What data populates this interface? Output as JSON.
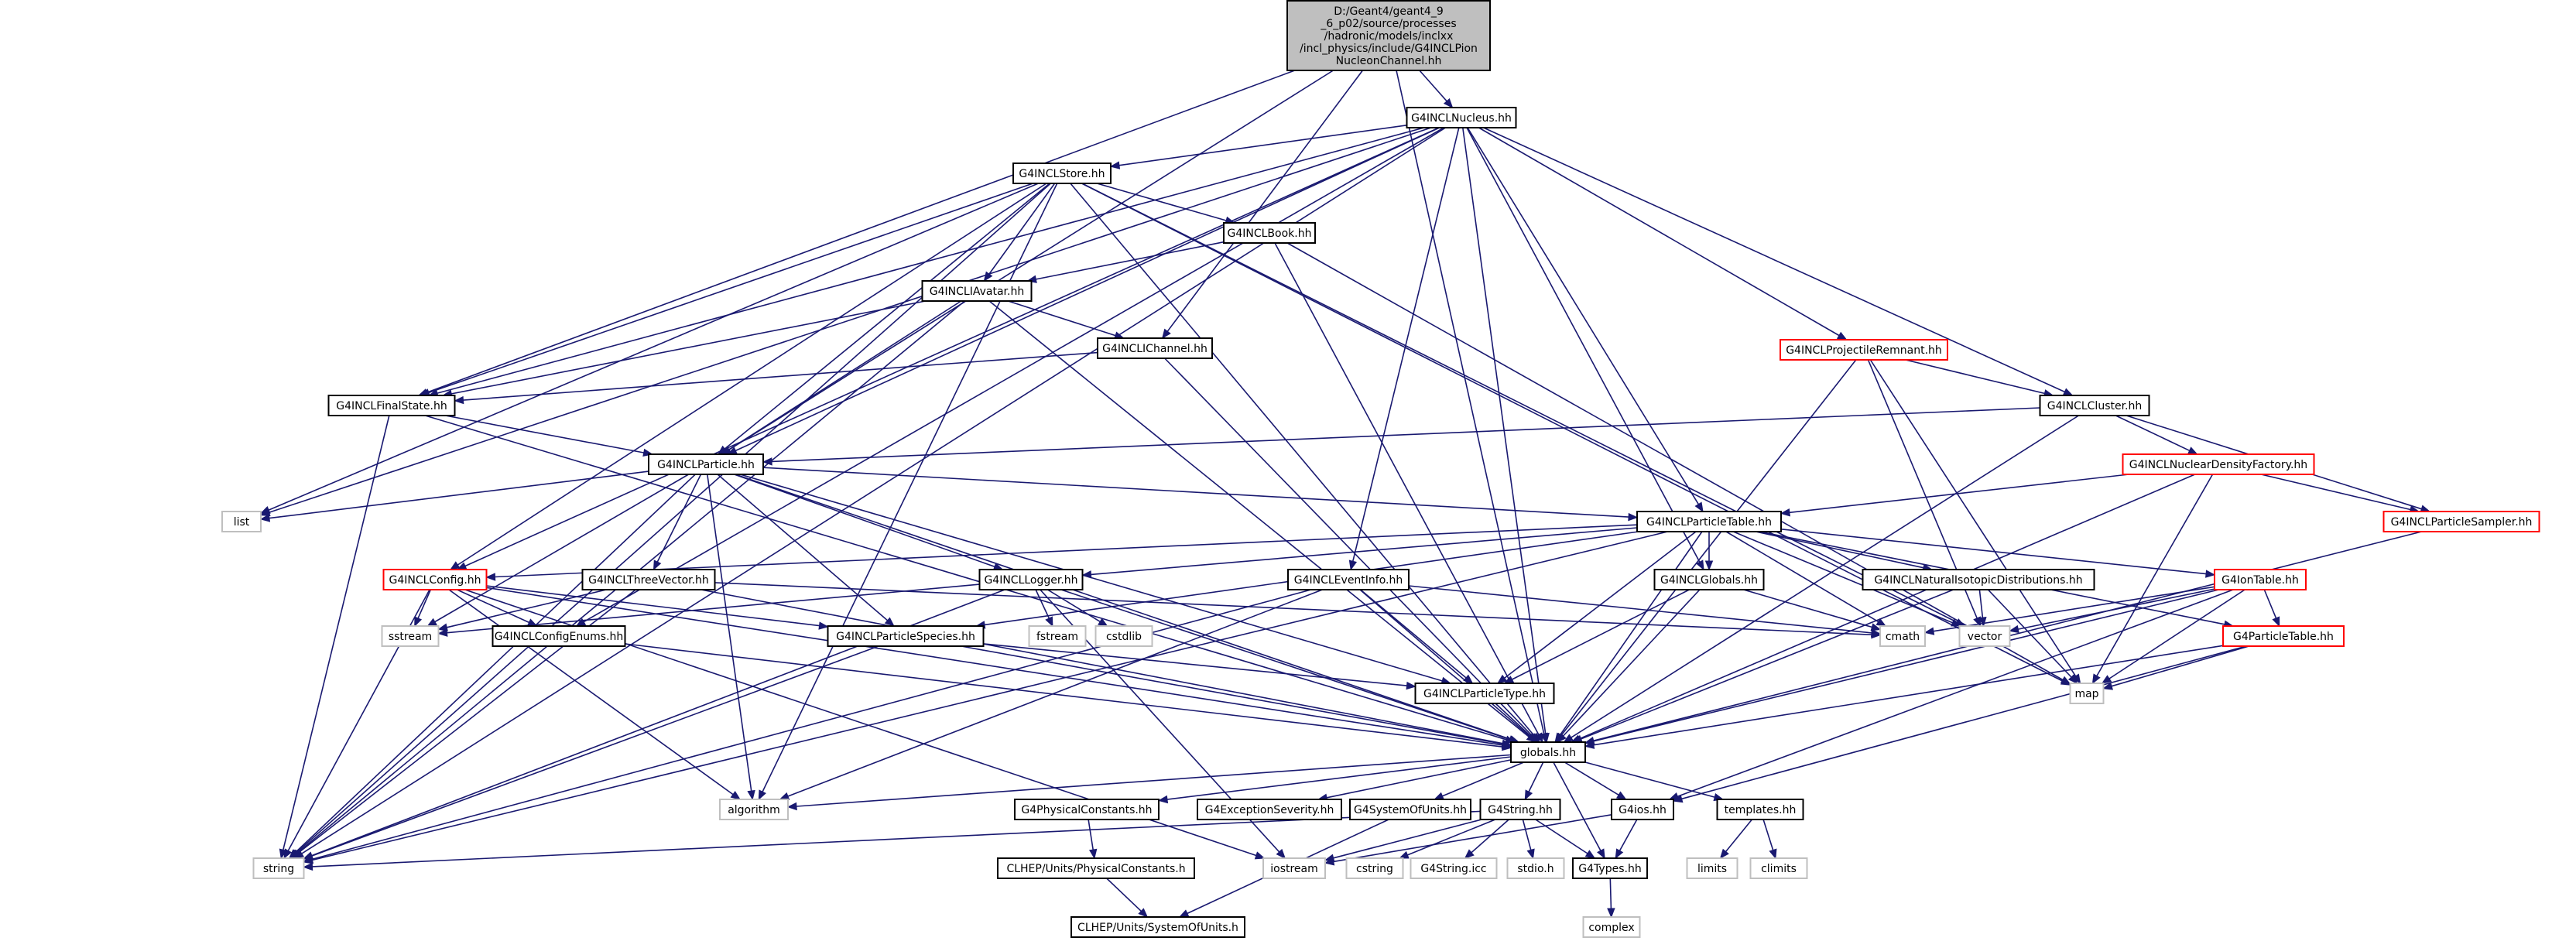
{
  "colors": {
    "edge": "#191970",
    "root_fill": "#bfbfbf",
    "box_fill": "#ffffff",
    "border_black": "#000000",
    "border_red": "#ff0000",
    "border_grey": "#bfbfbf"
  },
  "nodes": [
    {
      "id": "root",
      "lines": [
        "D:/Geant4/geant4_9",
        "_6_p02/source/processes",
        "/hadronic/models/inclxx",
        "/incl_physics/include/G4INCLPion",
        "NucleonChannel.hh"
      ],
      "style": "root"
    },
    {
      "id": "nucleus",
      "lines": [
        "G4INCLNucleus.hh"
      ],
      "style": "normal"
    },
    {
      "id": "store",
      "lines": [
        "G4INCLStore.hh"
      ],
      "style": "normal"
    },
    {
      "id": "book",
      "lines": [
        "G4INCLBook.hh"
      ],
      "style": "normal"
    },
    {
      "id": "avatar",
      "lines": [
        "G4INCLIAvatar.hh"
      ],
      "style": "normal"
    },
    {
      "id": "ichannel",
      "lines": [
        "G4INCLIChannel.hh"
      ],
      "style": "normal"
    },
    {
      "id": "finalstate",
      "lines": [
        "G4INCLFinalState.hh"
      ],
      "style": "normal"
    },
    {
      "id": "particle",
      "lines": [
        "G4INCLParticle.hh"
      ],
      "style": "normal"
    },
    {
      "id": "projremnant",
      "lines": [
        "G4INCLProjectileRemnant.hh"
      ],
      "style": "red"
    },
    {
      "id": "cluster",
      "lines": [
        "G4INCLCluster.hh"
      ],
      "style": "normal"
    },
    {
      "id": "nucdensfact",
      "lines": [
        "G4INCLNuclearDensityFactory.hh"
      ],
      "style": "red"
    },
    {
      "id": "partsampler",
      "lines": [
        "G4INCLParticleSampler.hh"
      ],
      "style": "red"
    },
    {
      "id": "parttable",
      "lines": [
        "G4INCLParticleTable.hh"
      ],
      "style": "normal"
    },
    {
      "id": "list",
      "lines": [
        "list"
      ],
      "style": "grey"
    },
    {
      "id": "config",
      "lines": [
        "G4INCLConfig.hh"
      ],
      "style": "red"
    },
    {
      "id": "threevector",
      "lines": [
        "G4INCLThreeVector.hh"
      ],
      "style": "normal"
    },
    {
      "id": "logger",
      "lines": [
        "G4INCLLogger.hh"
      ],
      "style": "normal"
    },
    {
      "id": "eventinfo",
      "lines": [
        "G4INCLEventInfo.hh"
      ],
      "style": "normal"
    },
    {
      "id": "globals",
      "lines": [
        "G4INCLGlobals.hh"
      ],
      "style": "normal"
    },
    {
      "id": "natiso",
      "lines": [
        "G4INCLNaturalIsotopicDistributions.hh"
      ],
      "style": "normal"
    },
    {
      "id": "iontable",
      "lines": [
        "G4IonTable.hh"
      ],
      "style": "red"
    },
    {
      "id": "sstream",
      "lines": [
        "sstream"
      ],
      "style": "grey"
    },
    {
      "id": "configenums",
      "lines": [
        "G4INCLConfigEnums.hh"
      ],
      "style": "normal"
    },
    {
      "id": "partspecies",
      "lines": [
        "G4INCLParticleSpecies.hh"
      ],
      "style": "normal"
    },
    {
      "id": "fstream",
      "lines": [
        "fstream"
      ],
      "style": "grey"
    },
    {
      "id": "cstdlib",
      "lines": [
        "cstdlib"
      ],
      "style": "grey"
    },
    {
      "id": "cmath",
      "lines": [
        "cmath"
      ],
      "style": "grey"
    },
    {
      "id": "vector",
      "lines": [
        "vector"
      ],
      "style": "grey"
    },
    {
      "id": "g4parttable",
      "lines": [
        "G4ParticleTable.hh"
      ],
      "style": "red"
    },
    {
      "id": "parttype",
      "lines": [
        "G4INCLParticleType.hh"
      ],
      "style": "normal"
    },
    {
      "id": "map",
      "lines": [
        "map"
      ],
      "style": "grey"
    },
    {
      "id": "globalshh",
      "lines": [
        "globals.hh"
      ],
      "style": "normal"
    },
    {
      "id": "algorithm",
      "lines": [
        "algorithm"
      ],
      "style": "grey"
    },
    {
      "id": "physconst",
      "lines": [
        "G4PhysicalConstants.hh"
      ],
      "style": "normal"
    },
    {
      "id": "exceptsev",
      "lines": [
        "G4ExceptionSeverity.hh"
      ],
      "style": "normal"
    },
    {
      "id": "sysunits",
      "lines": [
        "G4SystemOfUnits.hh"
      ],
      "style": "normal"
    },
    {
      "id": "g4string",
      "lines": [
        "G4String.hh"
      ],
      "style": "normal"
    },
    {
      "id": "g4ios",
      "lines": [
        "G4ios.hh"
      ],
      "style": "normal"
    },
    {
      "id": "templates",
      "lines": [
        "templates.hh"
      ],
      "style": "normal"
    },
    {
      "id": "string",
      "lines": [
        "string"
      ],
      "style": "grey"
    },
    {
      "id": "iostream",
      "lines": [
        "iostream"
      ],
      "style": "grey"
    },
    {
      "id": "cstring",
      "lines": [
        "cstring"
      ],
      "style": "grey"
    },
    {
      "id": "g4stringicc",
      "lines": [
        "G4String.icc"
      ],
      "style": "grey"
    },
    {
      "id": "stdio",
      "lines": [
        "stdio.h"
      ],
      "style": "grey"
    },
    {
      "id": "g4types",
      "lines": [
        "G4Types.hh"
      ],
      "style": "normal"
    },
    {
      "id": "limits",
      "lines": [
        "limits"
      ],
      "style": "grey"
    },
    {
      "id": "climits",
      "lines": [
        "climits"
      ],
      "style": "grey"
    },
    {
      "id": "clhepphys",
      "lines": [
        "CLHEP/Units/PhysicalConstants.h"
      ],
      "style": "normal"
    },
    {
      "id": "clhepunits",
      "lines": [
        "CLHEP/Units/SystemOfUnits.h"
      ],
      "style": "normal"
    },
    {
      "id": "complex",
      "lines": [
        "complex"
      ],
      "style": "grey"
    }
  ],
  "edges": [
    [
      "root",
      "nucleus"
    ],
    [
      "root",
      "ichannel"
    ],
    [
      "root",
      "finalstate"
    ],
    [
      "root",
      "particle"
    ],
    [
      "root",
      "globalshh"
    ],
    [
      "nucleus",
      "store"
    ],
    [
      "nucleus",
      "projremnant"
    ],
    [
      "nucleus",
      "cluster"
    ],
    [
      "nucleus",
      "parttable"
    ],
    [
      "nucleus",
      "eventinfo"
    ],
    [
      "nucleus",
      "globals"
    ],
    [
      "nucleus",
      "finalstate"
    ],
    [
      "nucleus",
      "particle"
    ],
    [
      "nucleus",
      "list"
    ],
    [
      "nucleus",
      "config"
    ],
    [
      "nucleus",
      "configenums"
    ],
    [
      "nucleus",
      "string"
    ],
    [
      "nucleus",
      "globalshh"
    ],
    [
      "store",
      "book"
    ],
    [
      "store",
      "avatar"
    ],
    [
      "store",
      "particle"
    ],
    [
      "store",
      "finalstate"
    ],
    [
      "store",
      "config"
    ],
    [
      "store",
      "vector"
    ],
    [
      "store",
      "map"
    ],
    [
      "store",
      "string"
    ],
    [
      "store",
      "list"
    ],
    [
      "store",
      "algorithm"
    ],
    [
      "store",
      "globalshh"
    ],
    [
      "book",
      "avatar"
    ],
    [
      "book",
      "map"
    ],
    [
      "book",
      "globalshh"
    ],
    [
      "avatar",
      "ichannel"
    ],
    [
      "avatar",
      "finalstate"
    ],
    [
      "avatar",
      "particle"
    ],
    [
      "avatar",
      "string"
    ],
    [
      "avatar",
      "globalshh"
    ],
    [
      "ichannel",
      "finalstate"
    ],
    [
      "ichannel",
      "globalshh"
    ],
    [
      "finalstate",
      "particle"
    ],
    [
      "finalstate",
      "string"
    ],
    [
      "finalstate",
      "globalshh"
    ],
    [
      "particle",
      "parttable"
    ],
    [
      "particle",
      "threevector"
    ],
    [
      "particle",
      "logger"
    ],
    [
      "particle",
      "partspecies"
    ],
    [
      "particle",
      "parttype"
    ],
    [
      "particle",
      "list"
    ],
    [
      "particle",
      "sstream"
    ],
    [
      "particle",
      "string"
    ],
    [
      "particle",
      "globalshh"
    ],
    [
      "particle",
      "algorithm"
    ],
    [
      "projremnant",
      "cluster"
    ],
    [
      "projremnant",
      "vector"
    ],
    [
      "projremnant",
      "map"
    ],
    [
      "projremnant",
      "globalshh"
    ],
    [
      "cluster",
      "particle"
    ],
    [
      "cluster",
      "nucdensfact"
    ],
    [
      "cluster",
      "partsampler"
    ],
    [
      "cluster",
      "globalshh"
    ],
    [
      "nucdensfact",
      "parttable"
    ],
    [
      "nucdensfact",
      "partsampler"
    ],
    [
      "nucdensfact",
      "map"
    ],
    [
      "nucdensfact",
      "globalshh"
    ],
    [
      "partsampler",
      "globalshh"
    ],
    [
      "parttable",
      "config"
    ],
    [
      "parttable",
      "logger"
    ],
    [
      "parttable",
      "partspecies"
    ],
    [
      "parttable",
      "globals"
    ],
    [
      "parttable",
      "natiso"
    ],
    [
      "parttable",
      "iontable"
    ],
    [
      "parttable",
      "g4parttable"
    ],
    [
      "parttable",
      "parttype"
    ],
    [
      "parttable",
      "cmath"
    ],
    [
      "parttable",
      "vector"
    ],
    [
      "parttable",
      "string"
    ],
    [
      "parttable",
      "globalshh"
    ],
    [
      "config",
      "configenums"
    ],
    [
      "config",
      "partspecies"
    ],
    [
      "config",
      "sstream"
    ],
    [
      "config",
      "string"
    ],
    [
      "config",
      "iostream"
    ],
    [
      "config",
      "algorithm"
    ],
    [
      "config",
      "globalshh"
    ],
    [
      "threevector",
      "sstream"
    ],
    [
      "threevector",
      "string"
    ],
    [
      "threevector",
      "cmath"
    ],
    [
      "threevector",
      "globalshh"
    ],
    [
      "logger",
      "sstream"
    ],
    [
      "logger",
      "fstream"
    ],
    [
      "logger",
      "cstdlib"
    ],
    [
      "logger",
      "string"
    ],
    [
      "logger",
      "iostream"
    ],
    [
      "logger",
      "globalshh"
    ],
    [
      "eventinfo",
      "parttype"
    ],
    [
      "eventinfo",
      "string"
    ],
    [
      "eventinfo",
      "algorithm"
    ],
    [
      "eventinfo",
      "cmath"
    ],
    [
      "eventinfo",
      "globalshh"
    ],
    [
      "globals",
      "cmath"
    ],
    [
      "globals",
      "parttype"
    ],
    [
      "globals",
      "globalshh"
    ],
    [
      "natiso",
      "vector"
    ],
    [
      "natiso",
      "map"
    ],
    [
      "natiso",
      "globalshh"
    ],
    [
      "iontable",
      "g4parttable"
    ],
    [
      "iontable",
      "cmath"
    ],
    [
      "iontable",
      "vector"
    ],
    [
      "iontable",
      "map"
    ],
    [
      "iontable",
      "globalshh"
    ],
    [
      "iontable",
      "g4ios"
    ],
    [
      "configenums",
      "globalshh"
    ],
    [
      "partspecies",
      "parttype"
    ],
    [
      "partspecies",
      "string"
    ],
    [
      "partspecies",
      "globalshh"
    ],
    [
      "g4parttable",
      "map"
    ],
    [
      "g4parttable",
      "globalshh"
    ],
    [
      "g4parttable",
      "g4ios"
    ],
    [
      "parttype",
      "globalshh"
    ],
    [
      "globalshh",
      "algorithm"
    ],
    [
      "globalshh",
      "physconst"
    ],
    [
      "globalshh",
      "exceptsev"
    ],
    [
      "globalshh",
      "sysunits"
    ],
    [
      "globalshh",
      "g4string"
    ],
    [
      "globalshh",
      "g4ios"
    ],
    [
      "globalshh",
      "templates"
    ],
    [
      "globalshh",
      "g4types"
    ],
    [
      "physconst",
      "clhepphys"
    ],
    [
      "clhepphys",
      "clhepunits"
    ],
    [
      "sysunits",
      "clhepunits"
    ],
    [
      "g4string",
      "string"
    ],
    [
      "g4string",
      "cstring"
    ],
    [
      "g4string",
      "g4stringicc"
    ],
    [
      "g4string",
      "stdio"
    ],
    [
      "g4string",
      "g4types"
    ],
    [
      "g4string",
      "iostream"
    ],
    [
      "g4ios",
      "iostream"
    ],
    [
      "g4ios",
      "g4types"
    ],
    [
      "templates",
      "limits"
    ],
    [
      "templates",
      "climits"
    ],
    [
      "g4types",
      "complex"
    ]
  ]
}
